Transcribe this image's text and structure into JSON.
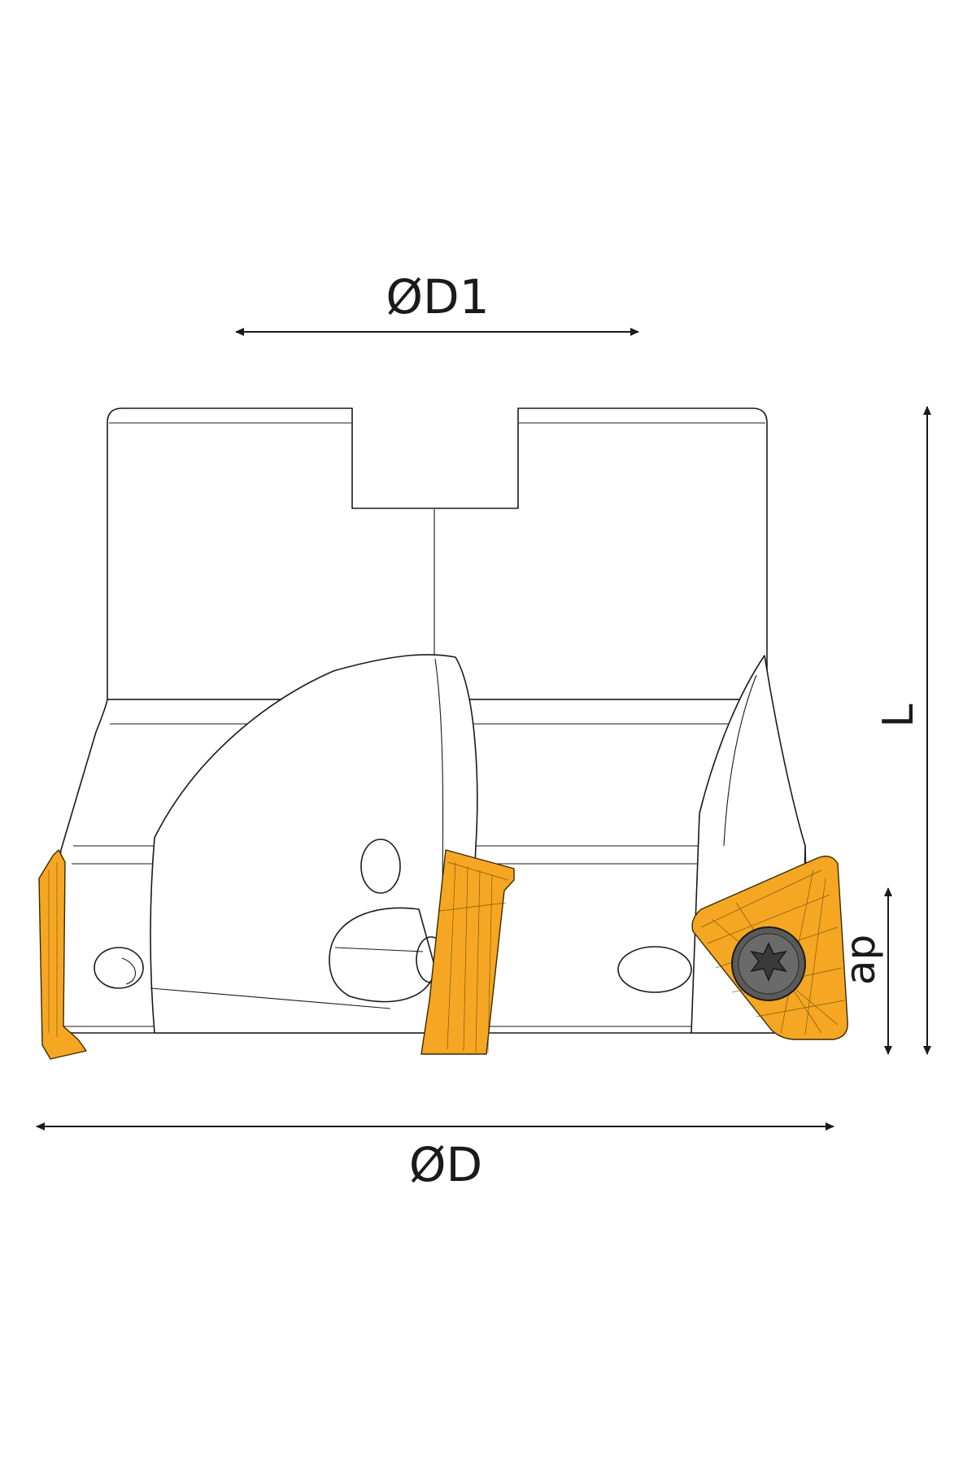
{
  "drawing": {
    "dimensions": {
      "bore_diameter": "ØD1",
      "cutter_diameter": "ØD",
      "overall_length": "L",
      "depth_of_cut": "ap"
    },
    "colors": {
      "insert": "#f5a623",
      "outline": "#1a1a1a",
      "screw": "#5a5a5a",
      "background": "#ffffff"
    }
  }
}
